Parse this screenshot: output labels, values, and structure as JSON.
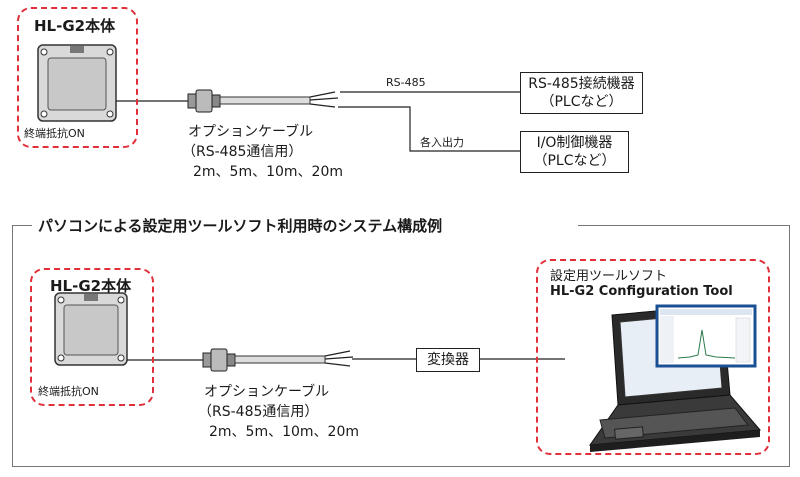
{
  "top": {
    "unit_title": "HL-G2本体",
    "termination": "終端抵抗ON",
    "cable_lines": [
      "オプションケーブル",
      "（RS-485通信用）",
      "2m、5m、10m、20m"
    ],
    "rs485_label": "RS-485",
    "io_label": "各入出力",
    "rs485_device": [
      "RS-485接続機器",
      "（PLCなど）"
    ],
    "io_device": [
      "I/O制御機器",
      "（PLCなど）"
    ]
  },
  "section_title": "パソコンによる設定用ツールソフト利用時のシステム構成例",
  "bottom": {
    "unit_title": "HL-G2本体",
    "termination": "終端抵抗ON",
    "cable_lines": [
      "オプションケーブル",
      "（RS-485通信用）",
      "2m、5m、10m、20m"
    ],
    "converter": "変換器",
    "software_caption": "設定用ツールソフト",
    "software_name": "HL-G2 Configuration Tool"
  },
  "colors": {
    "dash_red": "#e0303a",
    "line": "#222222",
    "screen_blue": "#1b4f93"
  }
}
